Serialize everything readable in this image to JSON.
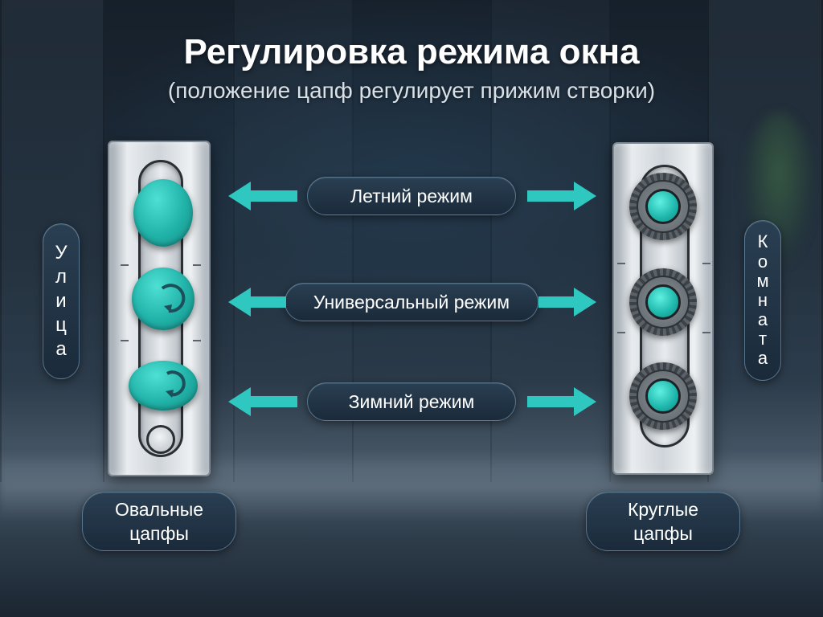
{
  "title": "Регулировка режима окна",
  "subtitle": "(положение цапф регулирует прижим створки)",
  "modes": {
    "summer": "Летний режим",
    "universal": "Универсальный режим",
    "winter": "Зимний режим"
  },
  "left_side": {
    "label_letters": [
      "У",
      "л",
      "и",
      "ц",
      "а"
    ],
    "cam_type_line1": "Овальные",
    "cam_type_line2": "цапфы"
  },
  "right_side": {
    "label_letters": [
      "К",
      "о",
      "м",
      "н",
      "а",
      "т",
      "а"
    ],
    "cam_type_line1": "Круглые",
    "cam_type_line2": "цапфы"
  },
  "colors": {
    "accent": "#2ec8c0",
    "pill_bg": "#1f3142",
    "background": "#1e2b38"
  },
  "icons": {
    "arrow": "teal-arrow-icon",
    "rotate": "rotate-clockwise-icon"
  }
}
